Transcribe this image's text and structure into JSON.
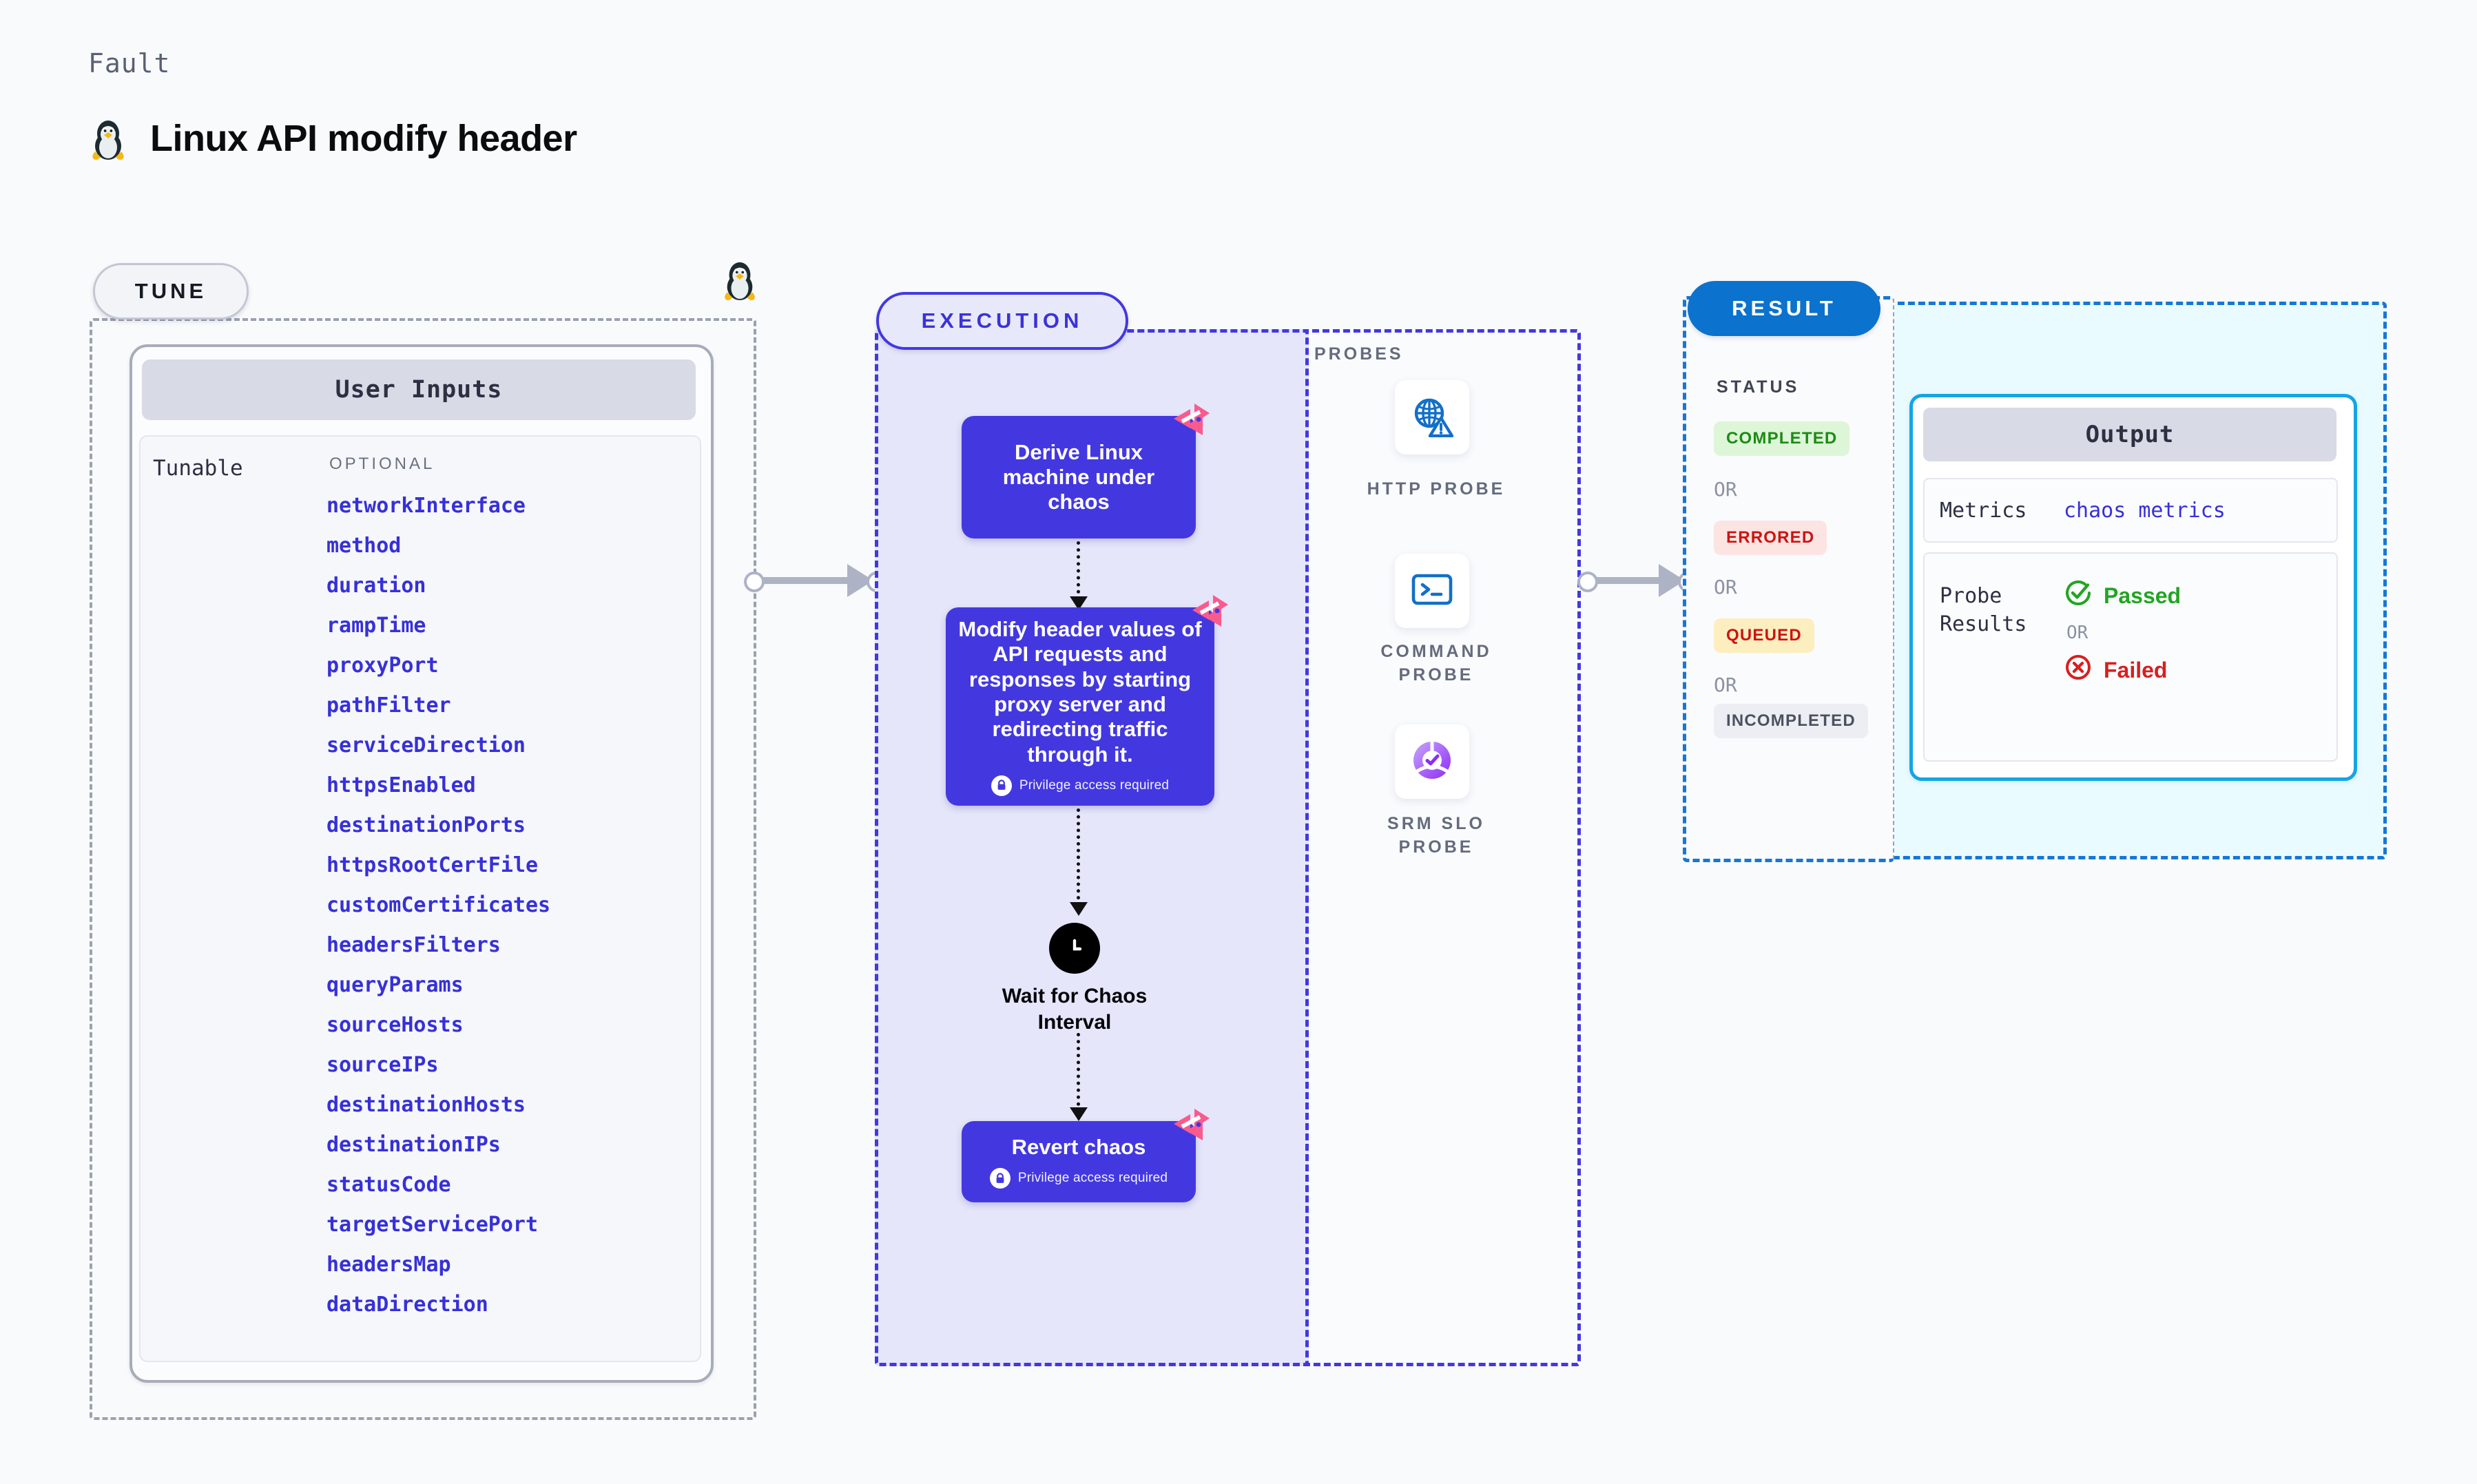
{
  "header": {
    "eyebrow": "Fault",
    "title": "Linux API modify header",
    "os_icon": "linux-penguin-icon"
  },
  "tune": {
    "pill_label": "TUNE",
    "user_inputs_title": "User Inputs",
    "tunable_label": "Tunable",
    "optional_label": "OPTIONAL",
    "optional_fields": [
      "networkInterface",
      "method",
      "duration",
      "rampTime",
      "proxyPort",
      "pathFilter",
      "serviceDirection",
      "httpsEnabled",
      "destinationPorts",
      "httpsRootCertFile",
      "customCertificates",
      "headersFilters",
      "queryParams",
      "sourceHosts",
      "sourceIPs",
      "destinationHosts",
      "destinationIPs",
      "statusCode",
      "targetServicePort",
      "headersMap",
      "dataDirection"
    ]
  },
  "execution": {
    "pill_label": "EXECUTION",
    "nodes": [
      {
        "title": "Derive Linux machine under chaos",
        "privilege": null
      },
      {
        "title": "Modify header values of API requests and responses by starting proxy server and redirecting traffic through it.",
        "privilege": "Privilege access required"
      },
      {
        "title": "Revert chaos",
        "privilege": "Privilege access required"
      }
    ],
    "wait_label": "Wait for Chaos Interval"
  },
  "probes": {
    "section_label": "PROBES",
    "items": [
      {
        "label": "HTTP PROBE",
        "icon": "globe-warning-icon"
      },
      {
        "label": "COMMAND PROBE",
        "icon": "terminal-icon"
      },
      {
        "label": "SRM SLO PROBE",
        "icon": "srm-slo-donut-check-icon"
      }
    ]
  },
  "result": {
    "pill_label": "RESULT",
    "status_label": "STATUS",
    "or_label": "OR",
    "statuses": [
      {
        "label": "COMPLETED",
        "bg": "#ddf6d7",
        "fg": "#1d8b16"
      },
      {
        "label": "ERRORED",
        "bg": "#fce4e3",
        "fg": "#cc1410"
      },
      {
        "label": "QUEUED",
        "bg": "#fdeec0",
        "fg": "#cc1410"
      },
      {
        "label": "INCOMPLETED",
        "bg": "#eceef3",
        "fg": "#4c5160"
      }
    ],
    "output": {
      "title": "Output",
      "metrics_key": "Metrics",
      "metrics_value": "chaos metrics",
      "probe_results_key": "Probe Results",
      "passed_label": "Passed",
      "failed_label": "Failed",
      "or_label": "OR"
    }
  },
  "colors": {
    "page_bg": "#f8fafc",
    "execution_accent": "#4338e0",
    "execution_fill": "#e5e6fa",
    "result_accent": "#1776d6",
    "result_fill": "#e9fbff",
    "output_border": "#13a5e4",
    "tune_dash": "#9aa1ae",
    "field_text": "#3730d8",
    "litmus_pink": "#fa5a8d",
    "passed_green": "#22a522",
    "failed_red": "#d81f1f"
  }
}
